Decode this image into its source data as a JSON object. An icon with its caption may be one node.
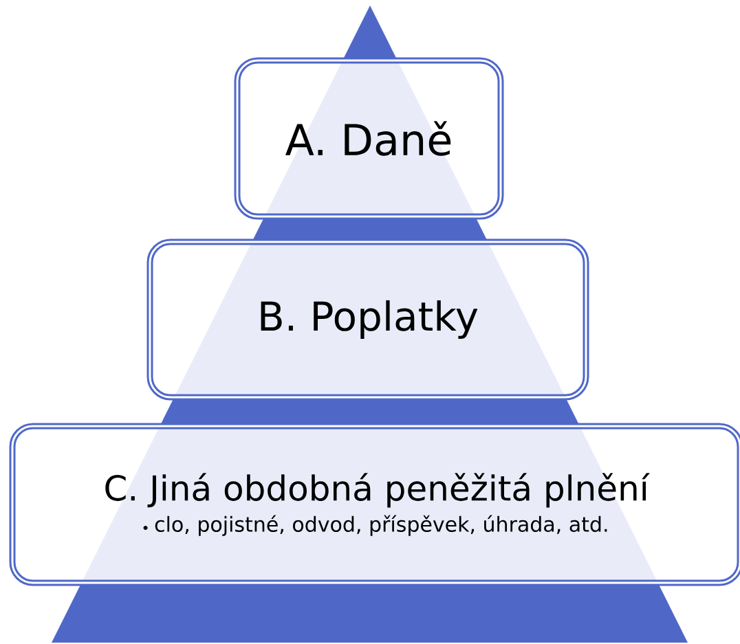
{
  "diagram": {
    "nodes": [
      {
        "text": [
          "A. Daně"
        ]
      },
      {
        "text": [
          "B. Poplatky"
        ]
      },
      {
        "text": [
          "C. Jiná obdobná peněžitá plnění",
          "clo, pojistné, odvod, příspěvek, úhrada, atd."
        ]
      }
    ]
  }
}
